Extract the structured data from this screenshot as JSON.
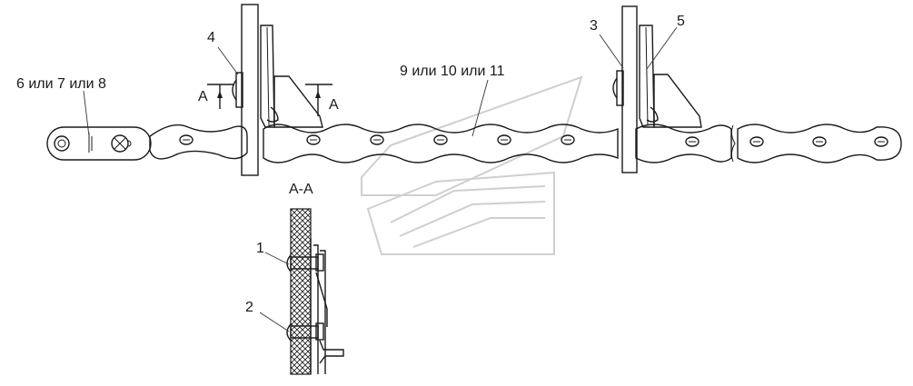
{
  "labels": {
    "part_1": "1",
    "part_2": "2",
    "part_3": "3",
    "part_4": "4",
    "part_5": "5",
    "part_6_7_8": "6 или 7 или 8",
    "part_9_10_11": "9 или 10 или 11",
    "section_mark_left": "A",
    "section_mark_right": "A",
    "section_title": "A-A"
  },
  "colors": {
    "line": "#1a1a1a",
    "watermark": "#cfcfcf"
  }
}
